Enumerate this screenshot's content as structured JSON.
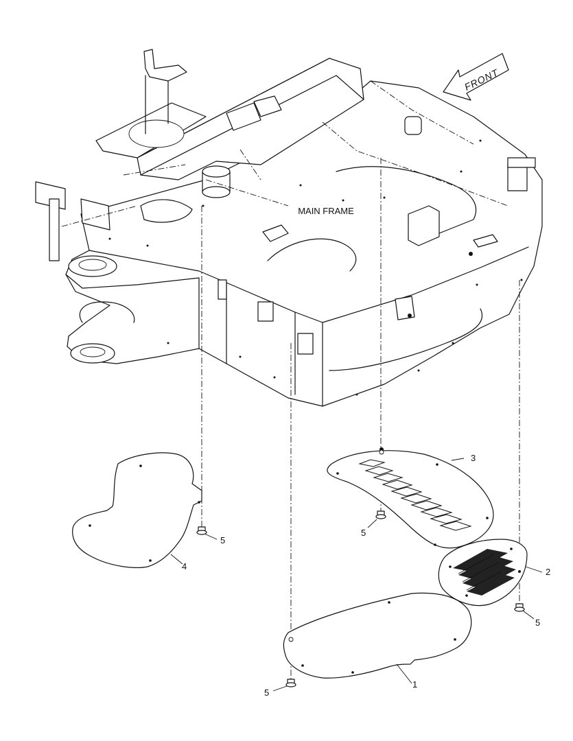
{
  "diagram": {
    "main_label": "MAIN FRAME",
    "direction_label": "FRONT",
    "callouts": {
      "item1": "1",
      "item2": "2",
      "item3": "3",
      "item4": "4",
      "bolt_left": "5",
      "bolt_center": "5",
      "bolt_right": "5",
      "bolt_bottom": "5"
    }
  }
}
